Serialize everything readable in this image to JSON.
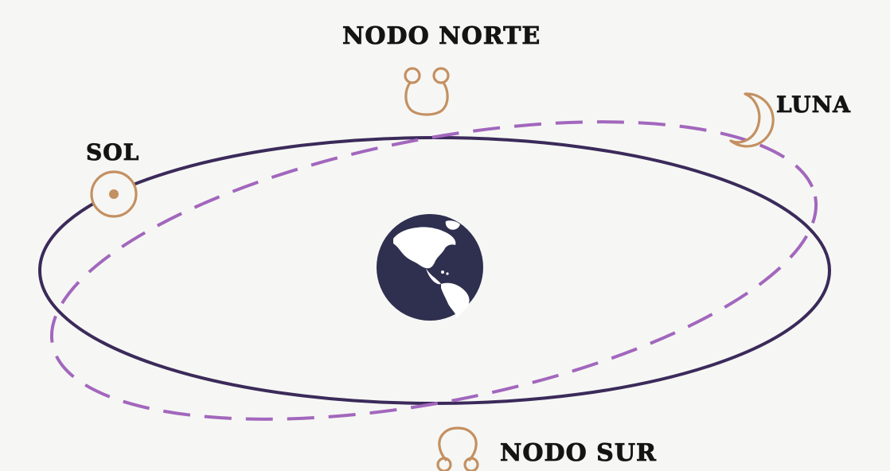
{
  "labels": {
    "north_node": "NODO NORTE",
    "moon": "LUNA",
    "sun": "SOL",
    "south_node": "NODO SUR"
  },
  "icons": {
    "north_node": "north-node-symbol",
    "south_node": "south-node-symbol",
    "moon": "crescent-moon",
    "sun": "sun-symbol",
    "earth": "earth-globe"
  },
  "colors": {
    "background": "#f6f7f4",
    "ecliptic_orbit": "#3b2a5a",
    "moon_orbit": "#a267bd",
    "symbols": "#c49062",
    "earth_ocean": "#2f2f4f",
    "earth_land": "#ffffff",
    "text": "#141414"
  }
}
